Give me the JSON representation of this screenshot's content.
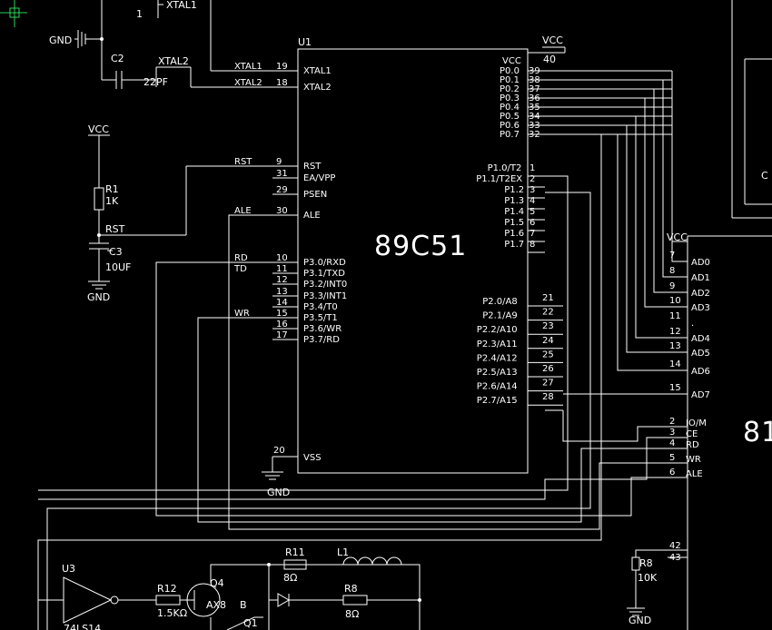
{
  "colors": {
    "background": "#000000",
    "wire": "#ffffff",
    "cursor": "#2bd65a"
  },
  "top": {
    "one": "1",
    "xtal1_top": "XTAL1",
    "gnd": "GND",
    "c2": "C2",
    "xtal2": "XTAL2",
    "c2_value": "22PF"
  },
  "reset": {
    "vcc": "VCC",
    "r1": "R1",
    "r1_value": "1K",
    "rst": "RST",
    "c3": "C3",
    "c3_value": "10UF",
    "gnd": "GND"
  },
  "chip": {
    "ref": "U1",
    "name": "89C51",
    "vcc": "VCC",
    "vcc_pin": "40",
    "left_pins": [
      {
        "net": "XTAL1",
        "num": "19",
        "name": "XTAL1"
      },
      {
        "net": "XTAL2",
        "num": "18",
        "name": "XTAL2"
      },
      {
        "net": "RST",
        "num": "9",
        "name": "RST"
      },
      {
        "net": "",
        "num": "31",
        "name": "EA/VPP"
      },
      {
        "net": "",
        "num": "29",
        "name": "PSEN"
      },
      {
        "net": "ALE",
        "num": "30",
        "name": "ALE"
      },
      {
        "net": "RD",
        "num": "10",
        "name": "P3.0/RXD"
      },
      {
        "net": "TD",
        "num": "11",
        "name": "P3.1/TXD"
      },
      {
        "net": "",
        "num": "12",
        "name": "P3.2/INT0"
      },
      {
        "net": "",
        "num": "13",
        "name": "P3.3/INT1"
      },
      {
        "net": "",
        "num": "14",
        "name": "P3.4/T0"
      },
      {
        "net": "WR",
        "num": "15",
        "name": "P3.5/T1"
      },
      {
        "net": "",
        "num": "16",
        "name": "P3.6/WR"
      },
      {
        "net": "",
        "num": "17",
        "name": "P3.7/RD"
      }
    ],
    "vss": {
      "num": "20",
      "name": "VSS",
      "gnd": "GND"
    },
    "p0_pins": [
      {
        "name": "P0.0",
        "num": "39"
      },
      {
        "name": "P0.1",
        "num": "38"
      },
      {
        "name": "P0.2",
        "num": "37"
      },
      {
        "name": "P0.3",
        "num": "36"
      },
      {
        "name": "P0.4",
        "num": "35"
      },
      {
        "name": "P0.5",
        "num": "34"
      },
      {
        "name": "P0.6",
        "num": "33"
      },
      {
        "name": "P0.7",
        "num": "32"
      }
    ],
    "p1_pins": [
      {
        "name": "P1.0/T2",
        "num": "1"
      },
      {
        "name": "P1.1/T2EX",
        "num": "2"
      },
      {
        "name": "P1.2",
        "num": "3"
      },
      {
        "name": "P1.3",
        "num": "4"
      },
      {
        "name": "P1.4",
        "num": "5"
      },
      {
        "name": "P1.5",
        "num": "6"
      },
      {
        "name": "P1.6",
        "num": "7"
      },
      {
        "name": "P1.7",
        "num": "8"
      }
    ],
    "p2_pins": [
      {
        "name": "P2.0/A8",
        "num": "21"
      },
      {
        "name": "P2.1/A9",
        "num": "22"
      },
      {
        "name": "P2.2/A10",
        "num": "23"
      },
      {
        "name": "P2.3/A11",
        "num": "24"
      },
      {
        "name": "P2.4/A12",
        "num": "25"
      },
      {
        "name": "P2.5/A13",
        "num": "26"
      },
      {
        "name": "P2.6/A14",
        "num": "27"
      },
      {
        "name": "P2.7/A15",
        "num": "28"
      }
    ]
  },
  "right_chip": {
    "vcc": "VCC",
    "ref_partial": "81",
    "pins": [
      {
        "num": "7",
        "name": "AD0"
      },
      {
        "num": "8",
        "name": "AD1"
      },
      {
        "num": "9",
        "name": "AD2"
      },
      {
        "num": "10",
        "name": "AD3"
      },
      {
        "num": "11",
        "name": "."
      },
      {
        "num": "12",
        "name": "AD4"
      },
      {
        "num": "13",
        "name": "AD5"
      },
      {
        "num": "14",
        "name": "AD6"
      },
      {
        "num": "15",
        "name": "AD7"
      }
    ],
    "ctrl_pins": [
      {
        "num": "2",
        "name": "IO/M"
      },
      {
        "num": "3",
        "name": "CE"
      },
      {
        "num": "4",
        "name": "RD"
      },
      {
        "num": "5",
        "name": "WR"
      },
      {
        "num": "6",
        "name": "ALE"
      }
    ],
    "extra_pins": [
      "42",
      "43"
    ],
    "r8": "R8",
    "r8_value": "10K",
    "gnd": "GND",
    "box_partial": "C"
  },
  "bottom": {
    "u3": "U3",
    "u3_part": "74LS14",
    "r12": "R12",
    "r12_value": "1.5KΩ",
    "q4": "Q4",
    "q4_part": "AX8",
    "q4_pin": "B",
    "r11": "R11",
    "r11_value": "8Ω",
    "l1": "L1",
    "r8": "R8",
    "r8_value": "8Ω",
    "q1": "Q1"
  }
}
